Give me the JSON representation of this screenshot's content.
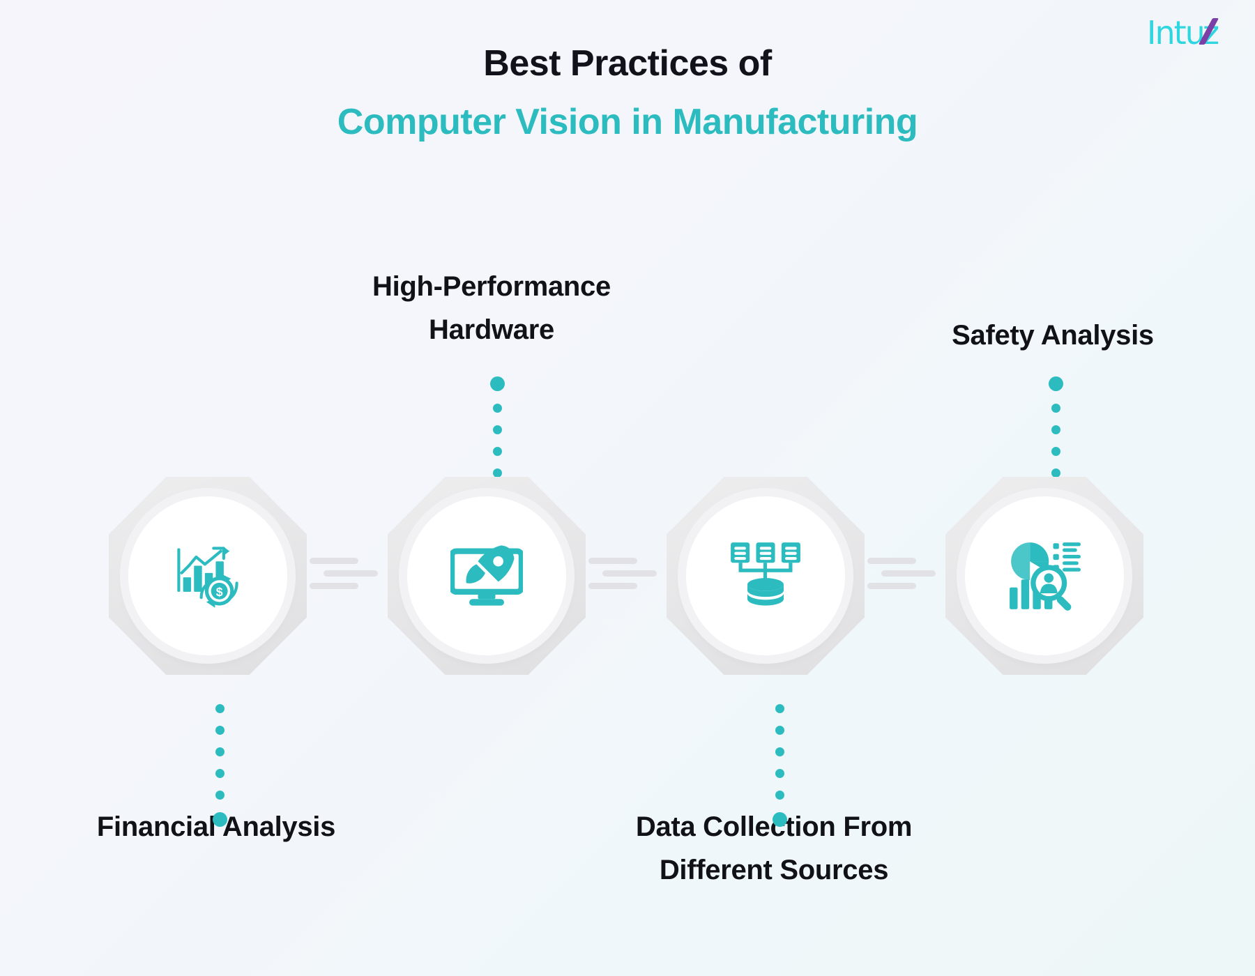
{
  "brand": {
    "logo_text": "Intu",
    "logo_last_letter": "z",
    "logo_color": "#2ed6e0",
    "logo_accent_color": "#7b3fa6"
  },
  "title": {
    "line1": "Best Practices of",
    "line2": "Computer Vision in Manufacturing",
    "line1_color": "#12121a",
    "line2_color": "#2cbcc0"
  },
  "theme": {
    "accent": "#2cbcc0",
    "plate": "#e4e4e6",
    "disc": "#ffffff",
    "background": "#f3f5fb"
  },
  "flow": {
    "nodes": [
      {
        "id": "financial-analysis",
        "icon": "bar-chart-dollar-icon",
        "label": "Financial Analysis",
        "label_position": "below"
      },
      {
        "id": "high-performance-hardware",
        "icon": "monitor-rocket-icon",
        "label": "High-Performance Hardware",
        "label_position": "above"
      },
      {
        "id": "data-collection",
        "icon": "servers-database-icon",
        "label": "Data Collection From Different Sources",
        "label_position": "below"
      },
      {
        "id": "safety-analysis",
        "icon": "analytics-person-search-icon",
        "label": "Safety Analysis",
        "label_position": "above"
      }
    ],
    "labels": {
      "high_performance_hardware_line1": "High-Performance",
      "high_performance_hardware_line2": "Hardware",
      "safety_analysis": "Safety Analysis",
      "financial_analysis": "Financial Analysis",
      "data_collection_line1": "Data Collection From",
      "data_collection_line2": "Different Sources"
    },
    "connector_count": 3,
    "connector_style": "three-dashes"
  }
}
